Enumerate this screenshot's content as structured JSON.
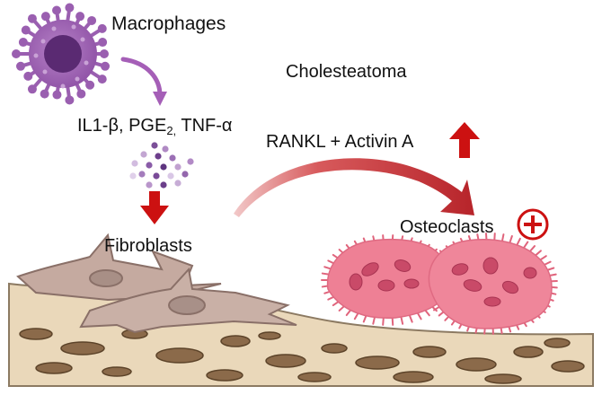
{
  "labels": {
    "macrophages": "Macrophages",
    "cholesteatoma": "Cholesteatoma",
    "cytokines": {
      "il1": "IL1-β, PGE",
      "pge_sub": "2,",
      "tnf": " TNF-α"
    },
    "rankl_activin": "RANKL + Activin A",
    "fibroblasts": "Fibroblasts",
    "osteoclasts": "Osteoclasts"
  },
  "icons": {
    "macrophage": "macrophage-cell-icon",
    "cytokine_dots": "cytokine-particles-icon",
    "fibroblast": "fibroblast-cells-icon",
    "osteoclast": "osteoclast-cells-icon",
    "bone": "bone-tissue-icon",
    "up_arrow": "up-arrow-icon",
    "down_arrow": "down-arrow-icon",
    "plus_badge": "plus-circle-icon"
  },
  "colors": {
    "macrophage": "#9a5fb0",
    "arrow_purple": "#a55fb7",
    "arrow_red": "#cc1111",
    "curved_arrow": "#c0393b",
    "osteoclast": "#ee8095",
    "fibroblast": "#c5a79d",
    "bone": "#ead8ba",
    "bone_pore": "#8b6a4a"
  }
}
